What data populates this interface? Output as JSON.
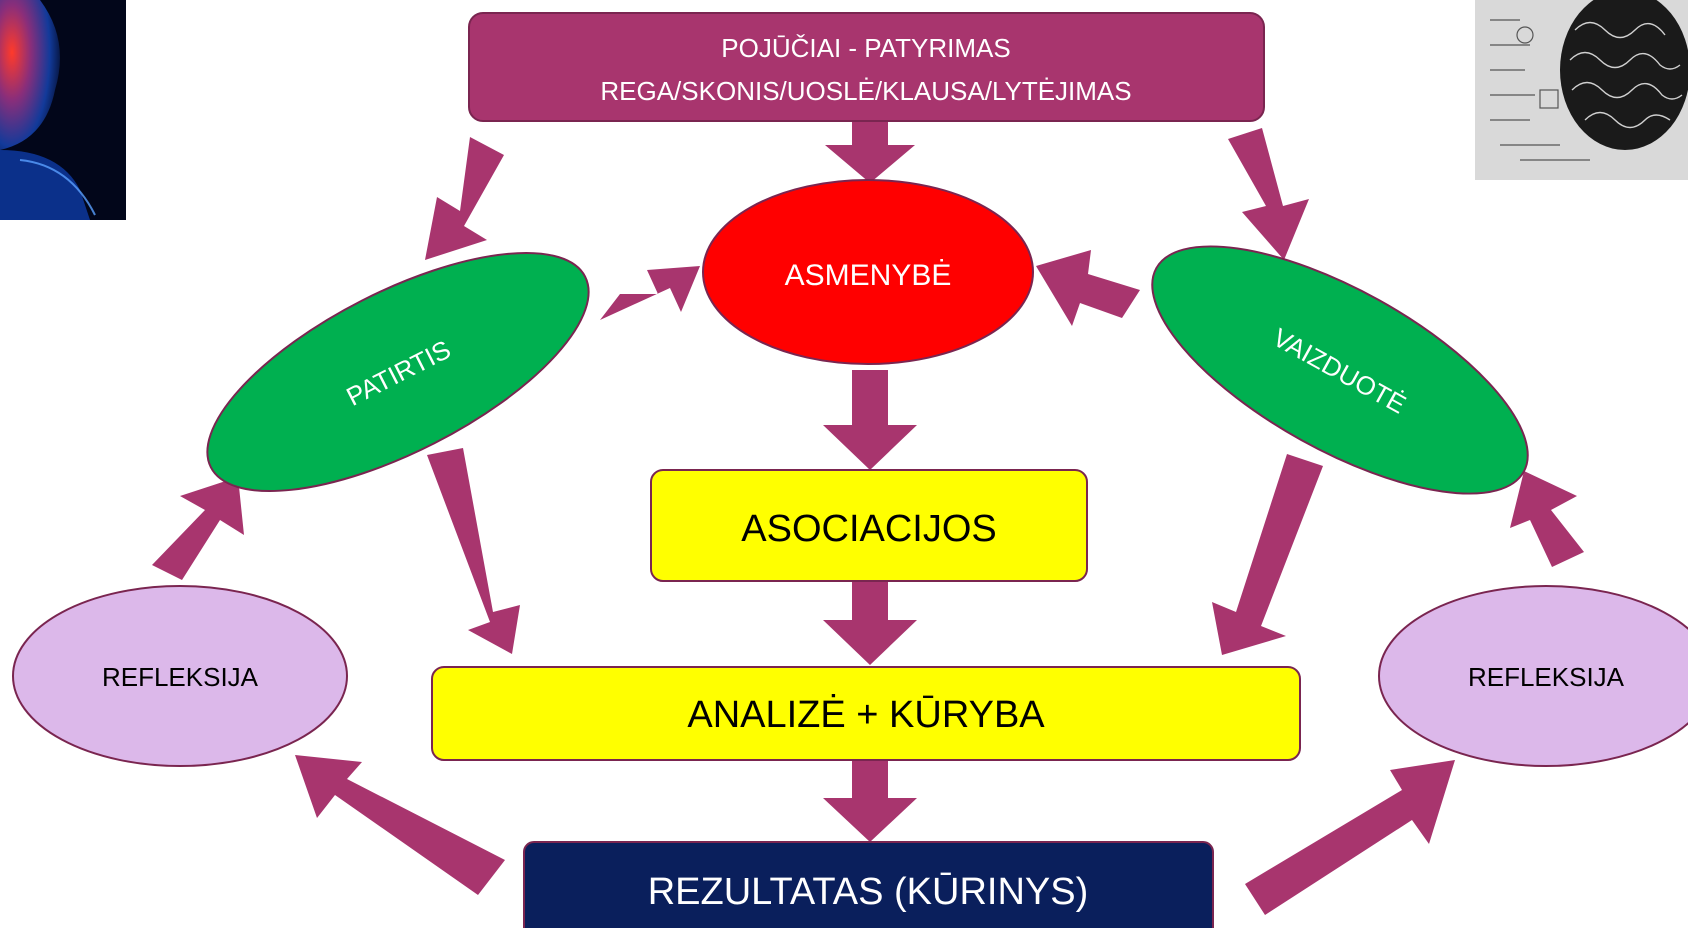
{
  "colors": {
    "top_box_fill": "#A8356E",
    "top_box_stroke": "#7A2550",
    "arrow_fill": "#A8356E",
    "personality_fill": "#FF0000",
    "green_fill": "#00B050",
    "yellow_fill": "#FFFF00",
    "lavender_fill": "#DCB8EA",
    "navy_fill": "#0A1F5C",
    "node_stroke": "#7A2550"
  },
  "nodes": {
    "senses_title": "POJŪČIAI - PATYRIMAS",
    "senses_list": "REGA/SKONIS/UOSLĖ/KLAUSA/LYTĖJIMAS",
    "personality": "ASMENYBĖ",
    "experience": "PATIRTIS",
    "imagination": "VAIZDUOTĖ",
    "associations": "ASOCIACIJOS",
    "analysis": "ANALIZĖ + KŪRYBA",
    "reflection_left": "REFLEKSIJA",
    "reflection_right": "REFLEKSIJA",
    "result": "REZULTATAS (KŪRINYS)"
  },
  "images": {
    "top_left": "brain-head-illustration",
    "top_right": "sketch-brain-drawing"
  }
}
